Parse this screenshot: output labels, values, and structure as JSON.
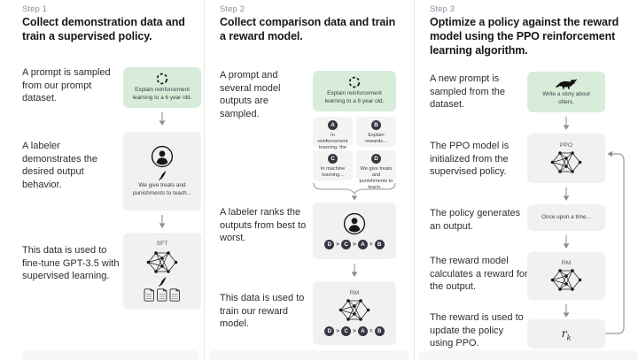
{
  "page": {
    "bg": "#ffffff",
    "accent_green": "#d7edda",
    "card_gray": "#f1f1ef",
    "badge_dark": "#353740",
    "text_dark": "#202123"
  },
  "col1": {
    "step": "Step 1",
    "title": "Collect demonstration data and train a supervised policy.",
    "row1_text": "A prompt is sampled from our prompt dataset.",
    "prompt_card": "Explain reinforcement learning to a 6 year old.",
    "row2_text": "A labeler demonstrates the desired output behavior.",
    "labeler_note": "We give treats and punishments to teach...",
    "row3_text": "This data is used to fine-tune GPT-3.5 with supervised learning.",
    "sft_label": "SFT"
  },
  "col2": {
    "step": "Step 2",
    "title": "Collect comparison data and train a reward model.",
    "row1_text": "A prompt and several model outputs are sampled.",
    "prompt_card": "Explain reinforcement learning to a 6 year old.",
    "outputs": [
      {
        "letter": "A",
        "text": "In reinforcement learning, the agent is..."
      },
      {
        "letter": "B",
        "text": "Explain rewards..."
      },
      {
        "letter": "C",
        "text": "In machine learning..."
      },
      {
        "letter": "D",
        "text": "We give treats and punishments to teach..."
      }
    ],
    "row2_text": "A labeler ranks the outputs from best to worst.",
    "ranking": {
      "l1": "D",
      "s1": ">",
      "l2": "C",
      "s2": ">",
      "l3": "A",
      "s3": "=",
      "l4": "B"
    },
    "row3_text": "This data is used to train our reward model.",
    "rm_label": "RM"
  },
  "col3": {
    "step": "Step 3",
    "title": "Optimize a policy against the reward model using the PPO reinforcement learning algorithm.",
    "row1_text": "A new prompt is sampled from the dataset.",
    "prompt_card": "Write a story about otters.",
    "row2_text": "The PPO model is initialized from the supervised policy.",
    "ppo_label": "PPO",
    "row3_text": "The policy generates an output.",
    "output_card": "Once upon a time...",
    "row4_text": "The reward model calculates a reward for the output.",
    "rm_label": "RM",
    "row5_text": "The reward is used to update the policy using PPO.",
    "reward_base": "r",
    "reward_sub": "k"
  }
}
